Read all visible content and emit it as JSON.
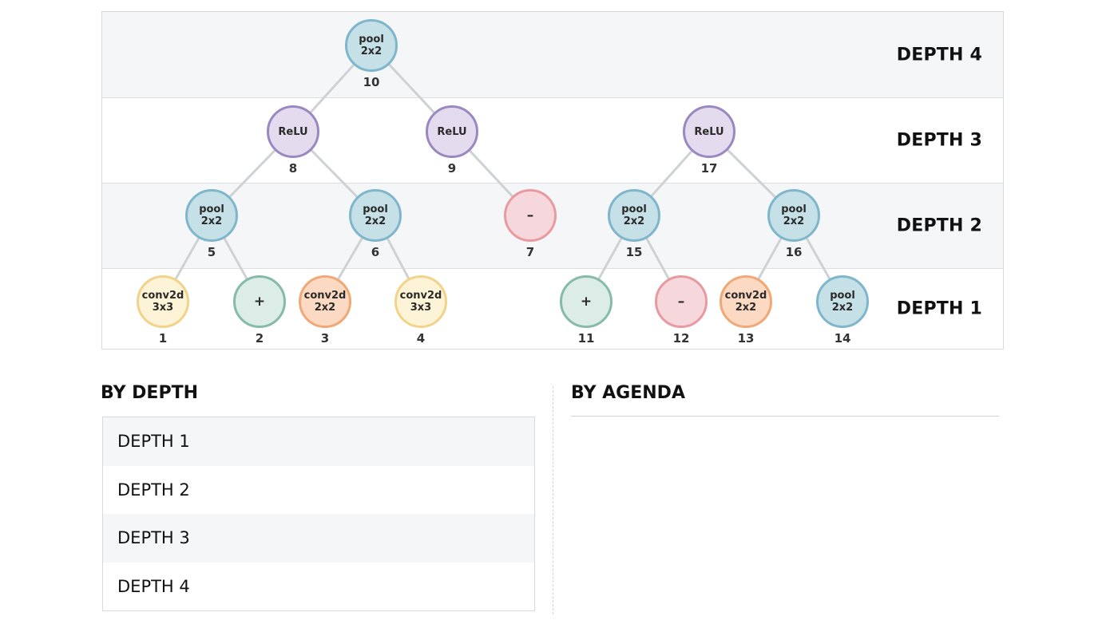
{
  "bands": [
    {
      "label": "DEPTH 4",
      "bg": "#f5f6f8"
    },
    {
      "label": "DEPTH 3",
      "bg": "#ffffff"
    },
    {
      "label": "DEPTH 2",
      "bg": "#f5f6f8"
    },
    {
      "label": "DEPTH 1",
      "bg": "#ffffff"
    }
  ],
  "node_styles": {
    "pool": {
      "fill": "#c5e0e6",
      "stroke": "#7fb6cb"
    },
    "relu": {
      "fill": "#e4dcee",
      "stroke": "#9a89c0"
    },
    "minus": {
      "fill": "#f6d8dc",
      "stroke": "#e79a9f"
    },
    "plus": {
      "fill": "#dcece6",
      "stroke": "#86bba9"
    },
    "conv33": {
      "fill": "#fdf3d6",
      "stroke": "#f1d48a"
    },
    "conv22": {
      "fill": "#fbd9c2",
      "stroke": "#f0a877"
    }
  },
  "nodes": [
    {
      "id": "10",
      "label": "pool\n2x2",
      "style": "pool"
    },
    {
      "id": "8",
      "label": "ReLU",
      "style": "relu"
    },
    {
      "id": "9",
      "label": "ReLU",
      "style": "relu"
    },
    {
      "id": "17",
      "label": "ReLU",
      "style": "relu"
    },
    {
      "id": "5",
      "label": "pool\n2x2",
      "style": "pool"
    },
    {
      "id": "6",
      "label": "pool\n2x2",
      "style": "pool"
    },
    {
      "id": "7",
      "label": "–",
      "style": "minus"
    },
    {
      "id": "15",
      "label": "pool\n2x2",
      "style": "pool"
    },
    {
      "id": "16",
      "label": "pool\n2x2",
      "style": "pool"
    },
    {
      "id": "1",
      "label": "conv2d\n3x3",
      "style": "conv33"
    },
    {
      "id": "2",
      "label": "+",
      "style": "plus"
    },
    {
      "id": "3",
      "label": "conv2d\n2x2",
      "style": "conv22"
    },
    {
      "id": "4",
      "label": "conv2d\n3x3",
      "style": "conv33"
    },
    {
      "id": "11",
      "label": "+",
      "style": "plus"
    },
    {
      "id": "12",
      "label": "–",
      "style": "minus"
    },
    {
      "id": "13",
      "label": "conv2d\n2x2",
      "style": "conv22"
    },
    {
      "id": "14",
      "label": "pool\n2x2",
      "style": "pool"
    }
  ],
  "edges": [
    [
      "10",
      "8"
    ],
    [
      "10",
      "9"
    ],
    [
      "8",
      "5"
    ],
    [
      "8",
      "6"
    ],
    [
      "9",
      "7"
    ],
    [
      "17",
      "15"
    ],
    [
      "17",
      "16"
    ],
    [
      "5",
      "1"
    ],
    [
      "5",
      "2"
    ],
    [
      "6",
      "3"
    ],
    [
      "6",
      "4"
    ],
    [
      "15",
      "11"
    ],
    [
      "15",
      "12"
    ],
    [
      "16",
      "13"
    ],
    [
      "16",
      "14"
    ]
  ],
  "sections": {
    "by_depth": {
      "title": "BY DEPTH",
      "items": [
        "DEPTH 1",
        "DEPTH 2",
        "DEPTH 3",
        "DEPTH 4"
      ]
    },
    "by_agenda": {
      "title": "BY AGENDA"
    }
  }
}
